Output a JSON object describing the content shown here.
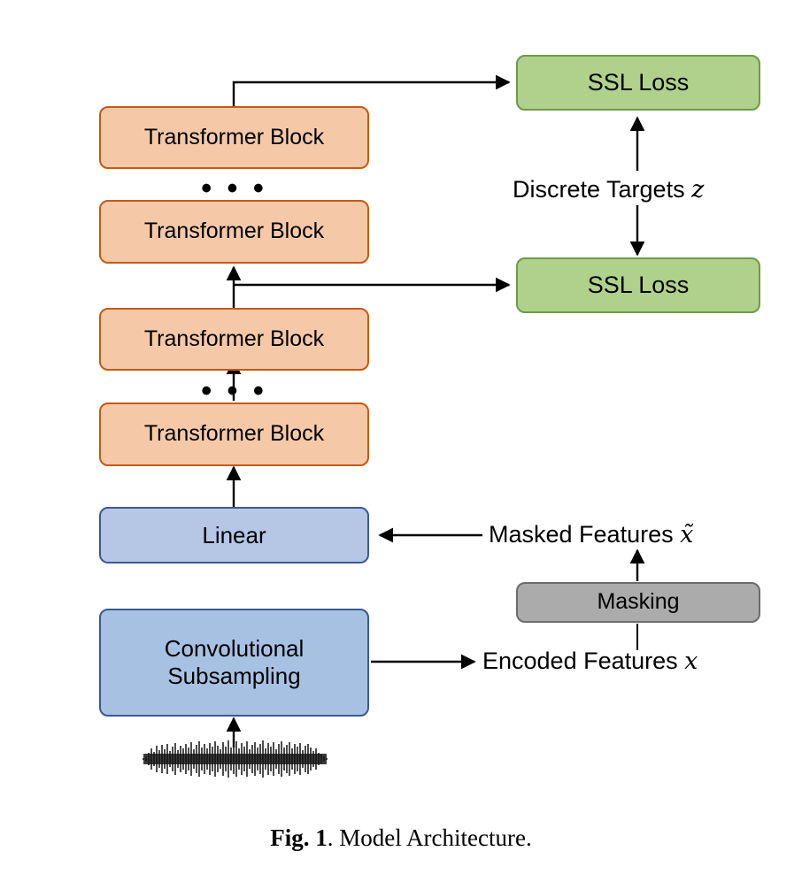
{
  "figure": {
    "caption_prefix": "Fig. 1",
    "caption_text": ". Model Architecture.",
    "colors": {
      "transformer_fill": "#F5C9A8",
      "transformer_border": "#C55A11",
      "loss_fill": "#AFD18C",
      "loss_border": "#6E9B45",
      "linear_fill": "#B6C7E6",
      "conv_fill": "#A7C1E3",
      "blue_border": "#3A5896",
      "mask_fill": "#ACABAB",
      "mask_border": "#6D6B6B",
      "arrow": "#000000",
      "background": "#FFFFFF"
    }
  },
  "nodes": {
    "transformer_block_top": "Transformer Block",
    "transformer_block_upper_mid": "Transformer Block",
    "transformer_block_lower_mid": "Transformer Block",
    "transformer_block_bottom": "Transformer Block",
    "ssl_loss_top": "SSL Loss",
    "ssl_loss_bottom": "SSL Loss",
    "linear": "Linear",
    "conv_subsampling": "Convolutional\nSubsampling",
    "masking": "Masking"
  },
  "ellipsis": {
    "upper": "• • •",
    "lower": "• • •"
  },
  "labels": {
    "discrete_targets_text": "Discrete Targets ",
    "discrete_targets_symbol": "z",
    "masked_features_text": "Masked Features ",
    "masked_features_symbol": "x̃",
    "encoded_features_text": "Encoded Features ",
    "encoded_features_symbol": "x"
  },
  "graphics": {
    "waveform": "audio-waveform"
  }
}
